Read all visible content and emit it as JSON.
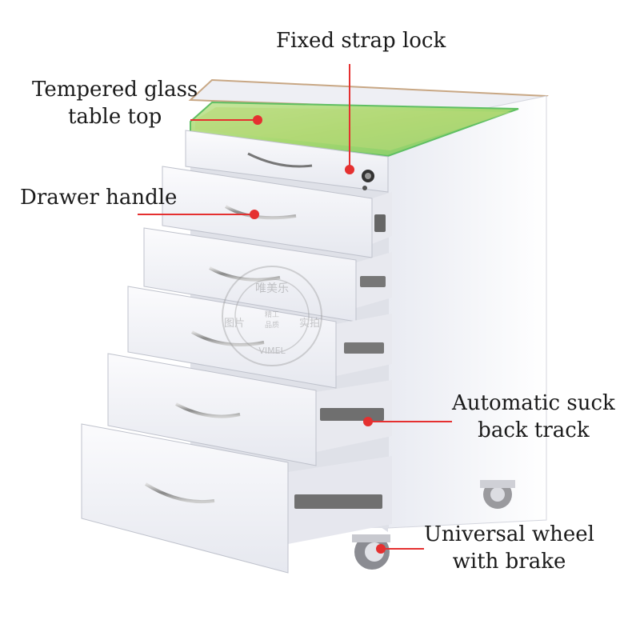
{
  "labels": {
    "glass_line1": "Tempered glass",
    "glass_line2": "table top",
    "lock": "Fixed strap lock",
    "handle": "Drawer handle",
    "track_line1": "Automatic suck",
    "track_line2": "back track",
    "wheel_line1": "Universal wheel",
    "wheel_line2": "with brake"
  },
  "watermark": {
    "top": "唯美乐",
    "left": "图片",
    "right": "实拍",
    "center_top": "精工",
    "center_bottom": "品质",
    "bottom": "VIMEL"
  },
  "colors": {
    "annotation_red": "#e53030",
    "cabinet_white": "#f3f4f8",
    "glass_green": "#8bd87a",
    "background": "#ffffff"
  }
}
